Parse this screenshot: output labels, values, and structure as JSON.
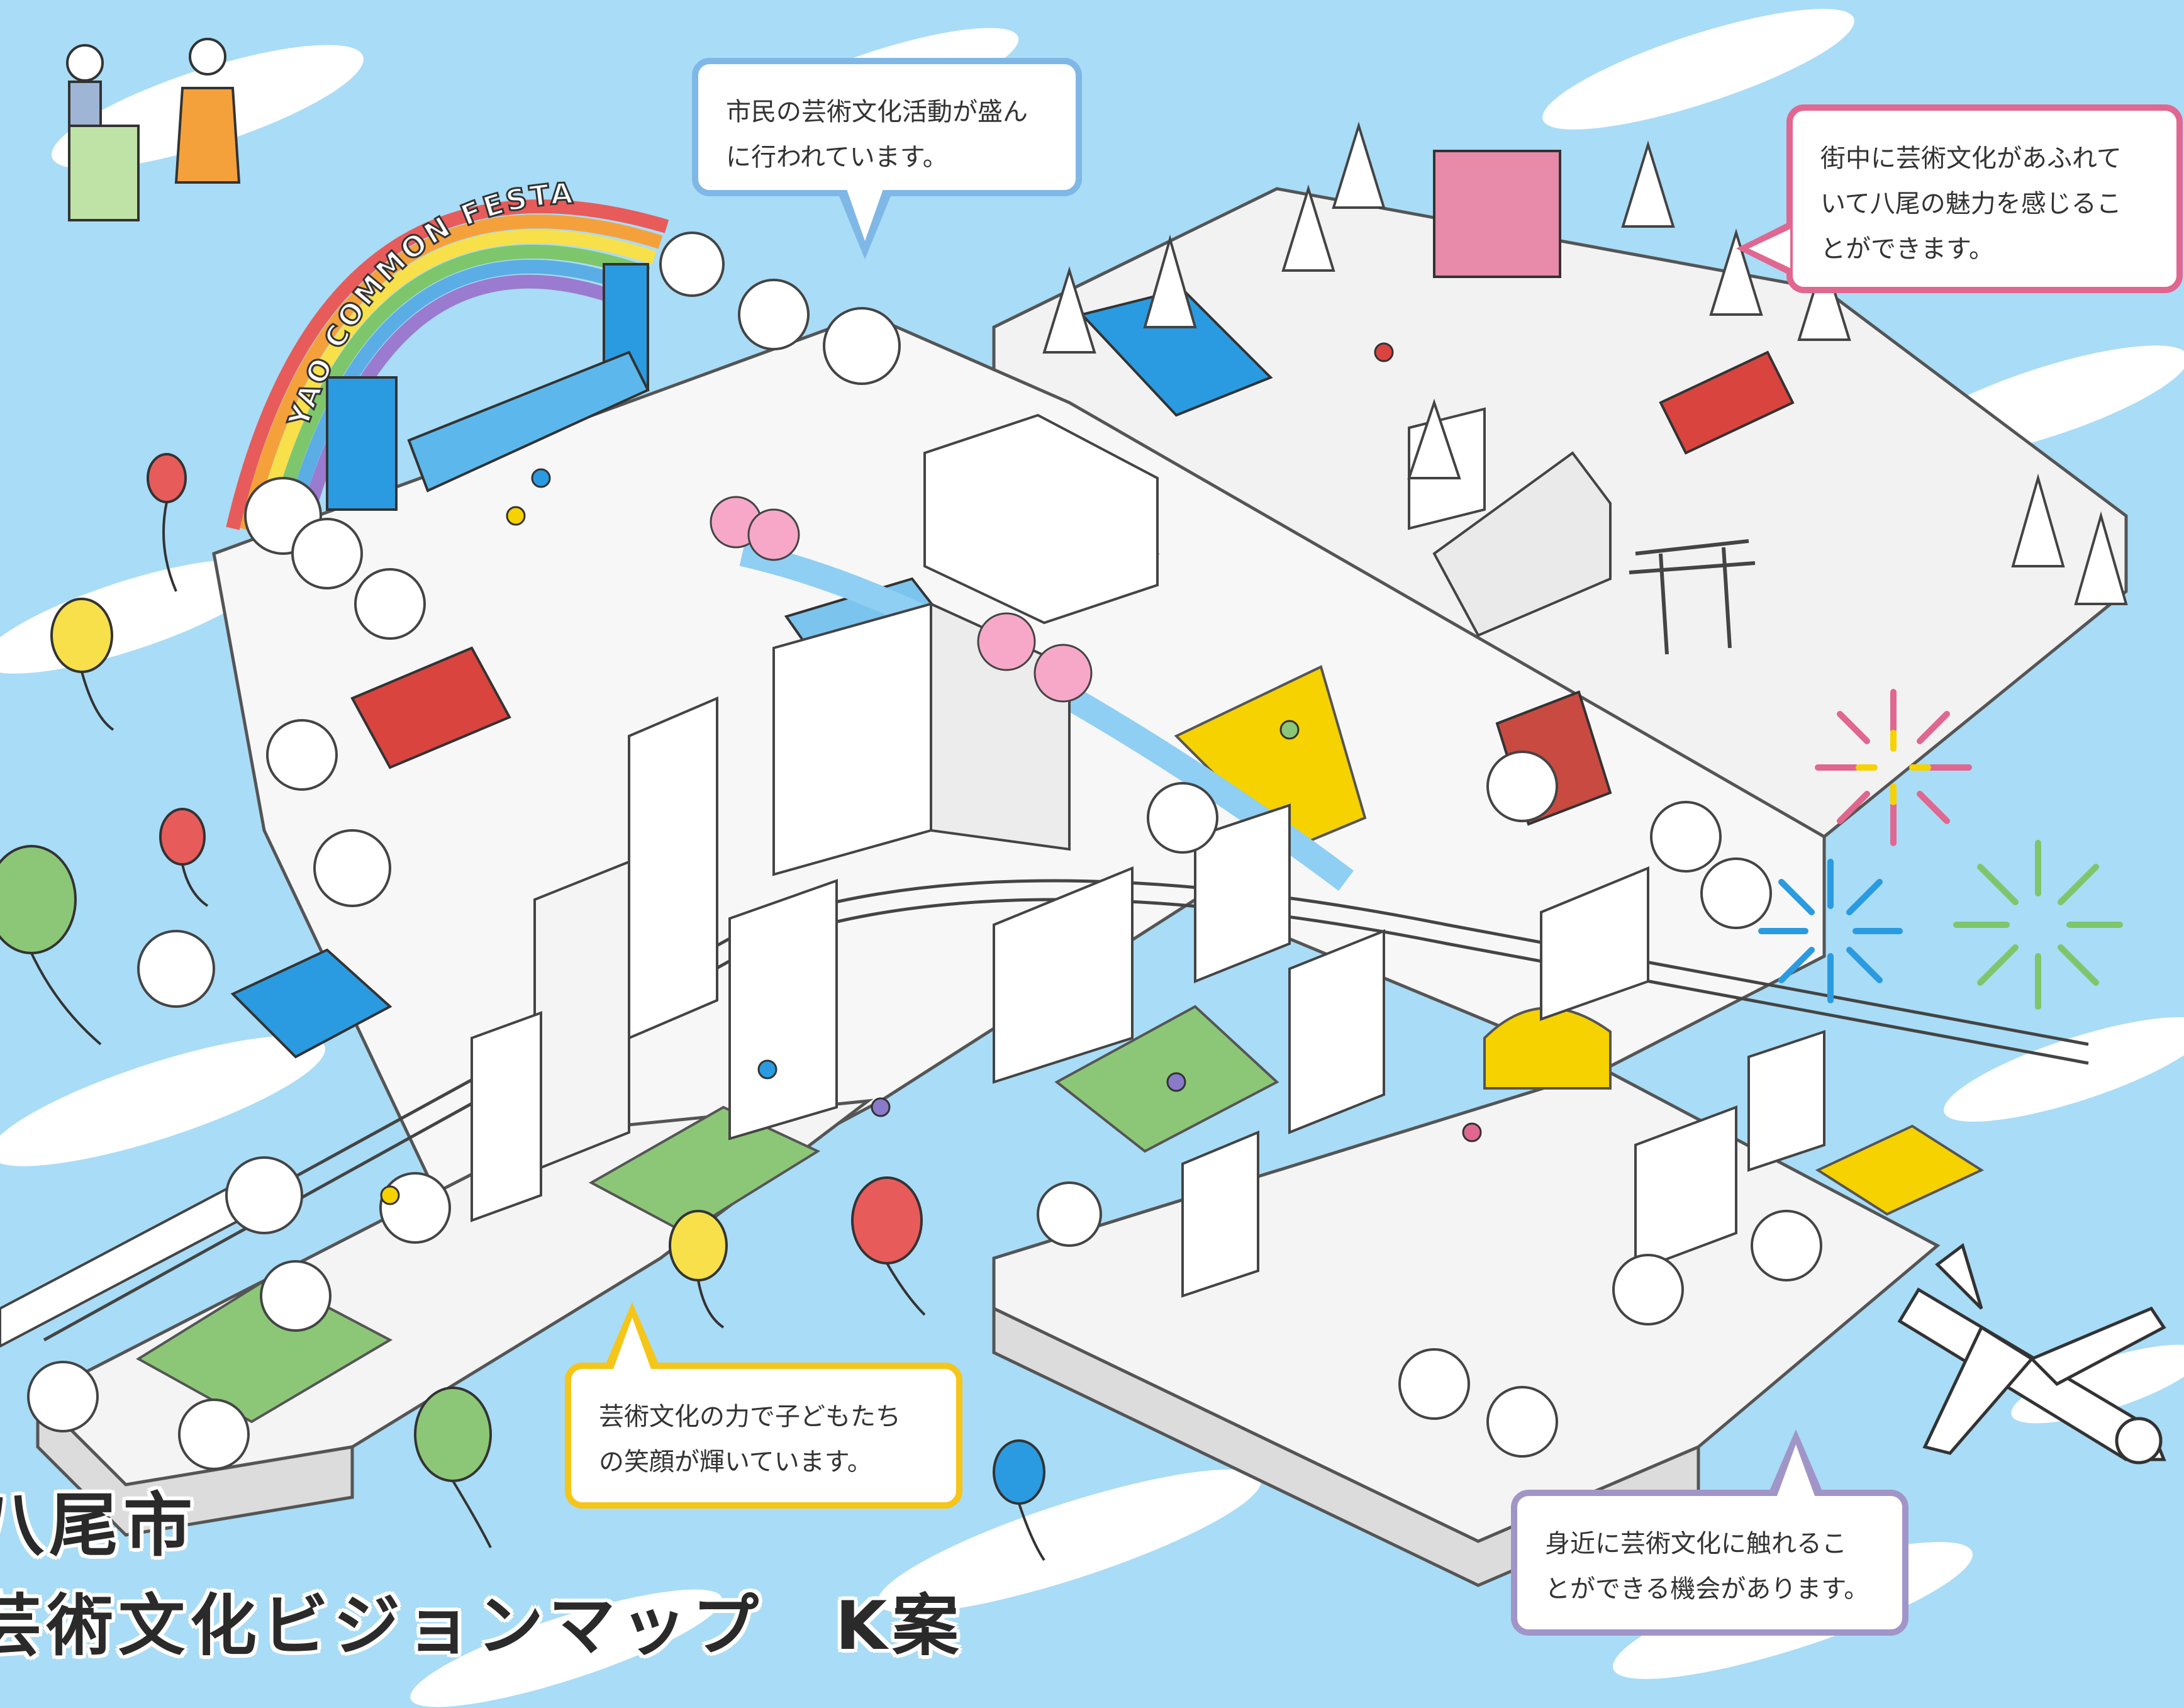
{
  "map": {
    "festa_banner": "YAO COMMON FESTA",
    "title_line1": "八尾市",
    "title_line2": "芸術文化ビジョンマップ　K案"
  },
  "bubbles": [
    {
      "id": "top-center",
      "lines": [
        "市民の芸術文化活動が盛ん",
        "に行われています。"
      ],
      "color": "#7fb8e6"
    },
    {
      "id": "top-right",
      "lines": [
        "街中に芸術文化があふれて",
        "いて八尾の魅力を感じるこ",
        "とができます。"
      ],
      "color": "#e0678f"
    },
    {
      "id": "bottom-left",
      "lines": [
        "芸術文化の力で子どもたち",
        "の笑顔が輝いています。"
      ],
      "color": "#f5c518"
    },
    {
      "id": "bottom-right",
      "lines": [
        "身近に芸術文化に触れるこ",
        "とができる機会があります。"
      ],
      "color": "#a195c8"
    }
  ],
  "colors": {
    "sky": "#a9dcf6",
    "platform": "#eeeeee",
    "blue_accent": "#2a9be0",
    "pink_accent": "#e0678f",
    "yellow_accent": "#f5d200",
    "green_lawn": "#7cc16b",
    "red_accent": "#d9443f"
  },
  "icons": [
    "balloon-icon",
    "firework-icon",
    "airplane-icon",
    "rainbow-icon",
    "cloud-icon",
    "tree-icon",
    "building-icon"
  ]
}
